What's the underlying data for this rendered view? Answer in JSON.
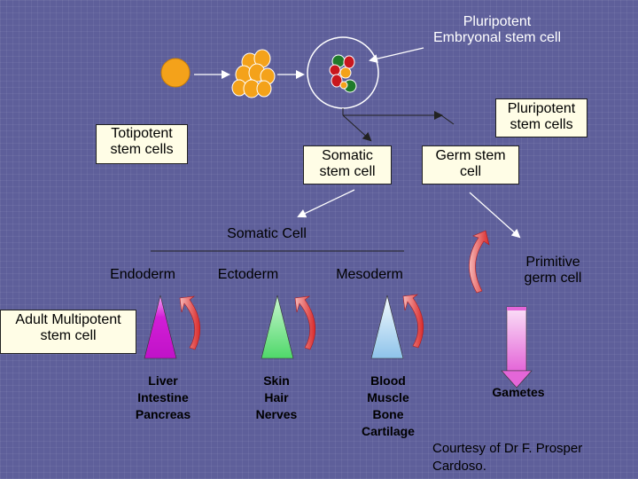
{
  "colors": {
    "background": "#5e5f9a",
    "label_box": "#fffde6",
    "endoderm": "#d21ed6",
    "ectoderm": "#5fe07a",
    "mesoderm": "#a9d3ef",
    "gametes": "#e466d8",
    "red_arrow": "#e23a3a",
    "cell_orange": "#f4a21a",
    "cell_green": "#1f7a2a",
    "cell_red": "#c8171e"
  },
  "labels": {
    "pluripotent_embryonal": "Pluripotent\nEmbryonal stem cell",
    "pluripotent_stem_cells": "Pluripotent\nstem cells",
    "totipotent": "Totipotent\nstem cells",
    "somatic_stem_cell": "Somatic\nstem cell",
    "germ_stem_cell": "Germ stem\ncell",
    "somatic_cell": "Somatic Cell",
    "endoderm": "Endoderm",
    "ectoderm": "Ectoderm",
    "mesoderm": "Mesoderm",
    "primitive_germ_cell": "Primitive\ngerm cell",
    "adult_multipotent": "Adult Multipotent\nstem cell",
    "endoderm_tissues": "Liver\nIntestine\nPancreas",
    "ectoderm_tissues": "Skin\nHair\nNerves",
    "mesoderm_tissues": "Blood\nMuscle\nBone\nCartilage",
    "gametes": "Gametes",
    "courtesy": "Courtesy of Dr F. Prosper\nCardoso."
  }
}
